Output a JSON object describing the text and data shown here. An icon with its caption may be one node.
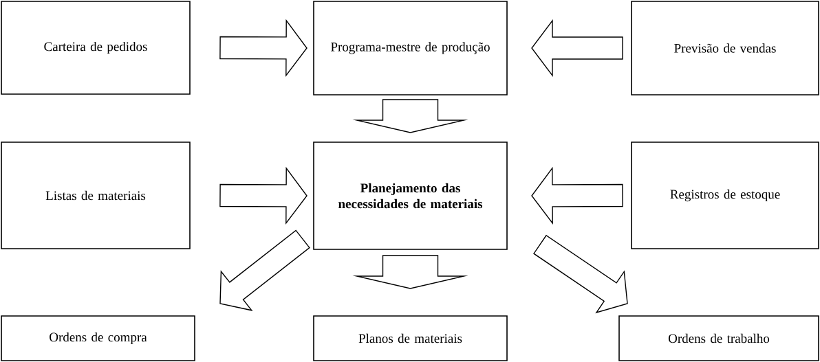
{
  "diagram": {
    "nodes": [
      {
        "text": [
          "Carteira de pedidos"
        ]
      },
      {
        "text": [
          "Programa-mestre de produção"
        ]
      },
      {
        "text": [
          "Previsão de vendas"
        ]
      },
      {
        "text": [
          "Listas de materiais"
        ]
      },
      {
        "text": [
          "Planejamento das necessidades de materiais"
        ]
      },
      {
        "text": [
          "Registros de estoque"
        ]
      },
      {
        "text": [
          "Ordens de compra"
        ]
      },
      {
        "text": [
          "Planos de materiais"
        ]
      },
      {
        "text": [
          "Ordens de trabalho"
        ]
      }
    ],
    "edges": [
      {
        "from": 0,
        "to": 1,
        "arrow": "to"
      },
      {
        "from": 2,
        "to": 1,
        "arrow": "to"
      },
      {
        "from": 1,
        "to": 4,
        "arrow": "to"
      },
      {
        "from": 3,
        "to": 4,
        "arrow": "to"
      },
      {
        "from": 5,
        "to": 4,
        "arrow": "to"
      },
      {
        "from": 4,
        "to": 6,
        "arrow": "to"
      },
      {
        "from": 4,
        "to": 7,
        "arrow": "to"
      },
      {
        "from": 4,
        "to": 8,
        "arrow": "to"
      }
    ]
  }
}
